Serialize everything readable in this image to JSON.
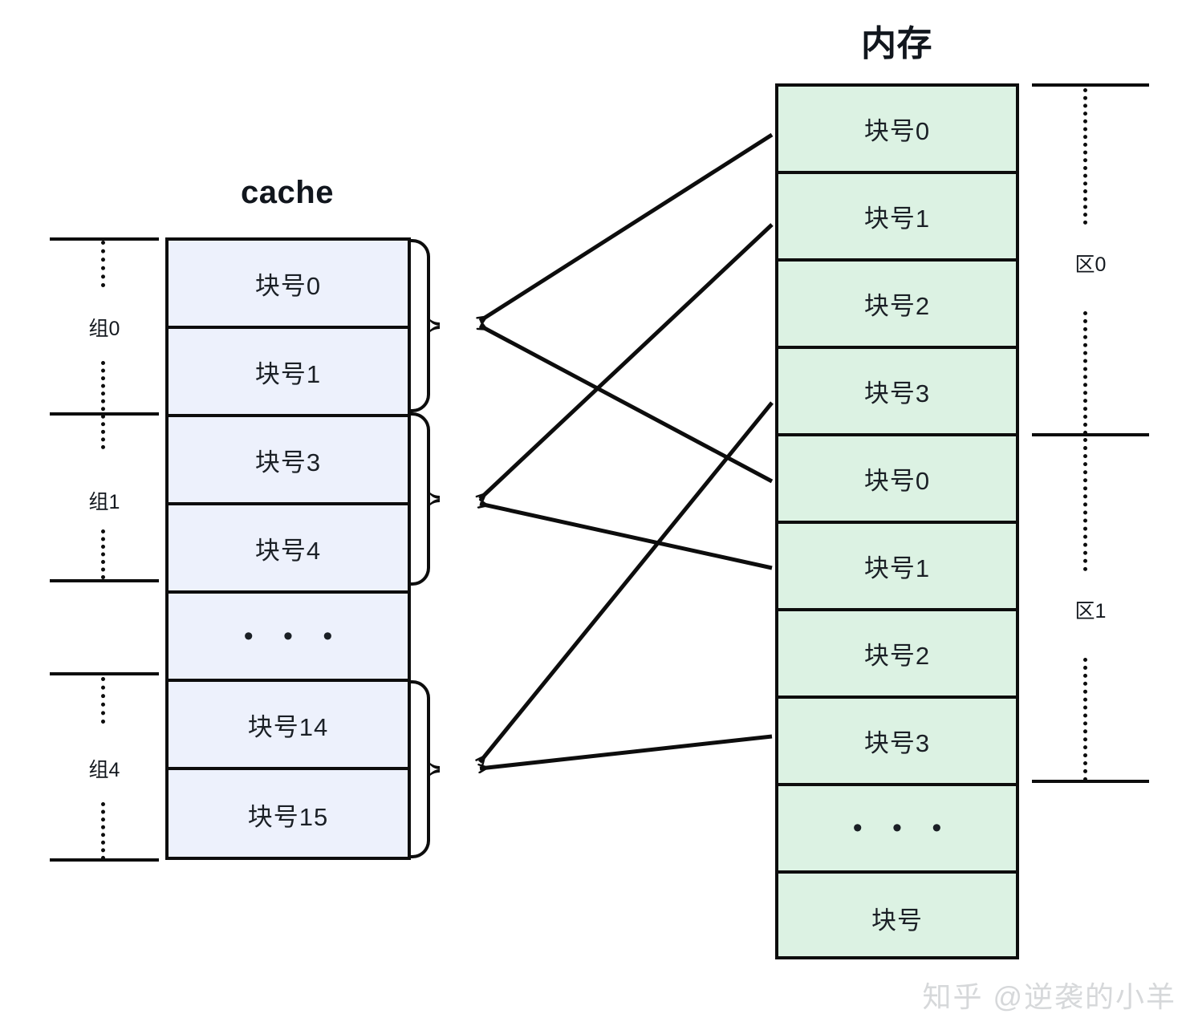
{
  "titles": {
    "cache": "cache",
    "memory": "内存"
  },
  "cache": {
    "cells": [
      {
        "label": "块号0"
      },
      {
        "label": "块号1"
      },
      {
        "label": "块号3"
      },
      {
        "label": "块号4"
      },
      {
        "label": "• • •"
      },
      {
        "label": "块号14"
      },
      {
        "label": "块号15"
      }
    ],
    "groups": [
      {
        "label": "组0"
      },
      {
        "label": "组1"
      },
      {
        "label": "组4"
      }
    ]
  },
  "memory": {
    "cells": [
      {
        "label": "块号0"
      },
      {
        "label": "块号1"
      },
      {
        "label": "块号2"
      },
      {
        "label": "块号3"
      },
      {
        "label": "块号0"
      },
      {
        "label": "块号1"
      },
      {
        "label": "块号2"
      },
      {
        "label": "块号3"
      },
      {
        "label": "• • •"
      },
      {
        "label": "块号"
      }
    ],
    "regions": [
      {
        "label": "区0"
      },
      {
        "label": "区1"
      }
    ]
  },
  "colors": {
    "cache_fill": "#edf1fc",
    "memory_fill": "#dcf2e3",
    "stroke": "#0d0d0d",
    "watermark": "#d6d8da"
  },
  "watermark": "知乎 @逆袭的小羊"
}
